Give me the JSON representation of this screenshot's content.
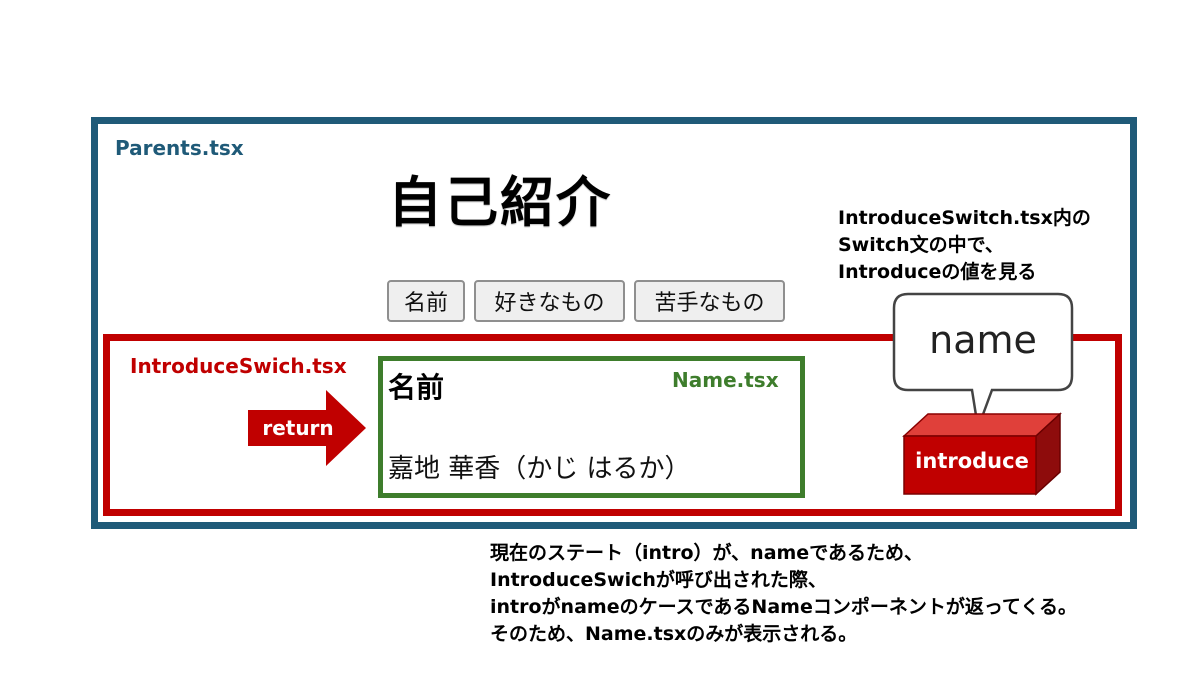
{
  "parents": {
    "label": "Parents.tsx",
    "title": "自己紹介",
    "buttons": [
      "名前",
      "好きなもの",
      "苦手なもの"
    ]
  },
  "introduce_switch": {
    "label": "IntroduceSwich.tsx",
    "return_label": "return"
  },
  "name_component": {
    "label": "Name.tsx",
    "heading": "名前",
    "value": "嘉地 華香（かじ はるか）"
  },
  "switch_note": {
    "lines": [
      "IntroduceSwitch.tsx内の",
      "Switch文の中で、",
      "Introduceの値を見る"
    ]
  },
  "bubble": {
    "text": "name"
  },
  "state_box": {
    "label": "introduce"
  },
  "explanation": {
    "lines": [
      "現在のステート（intro）が、nameであるため、",
      "IntroduceSwichが呼び出された際、",
      "introがnameのケースであるNameコンポーネントが返ってくる。",
      "そのため、Name.tsxのみが表示される。"
    ]
  },
  "colors": {
    "parents_frame": "#1f5a78",
    "switch_frame": "#c00000",
    "name_frame": "#3e7d2c",
    "arrow": "#c00000",
    "box_front": "#c00000"
  }
}
